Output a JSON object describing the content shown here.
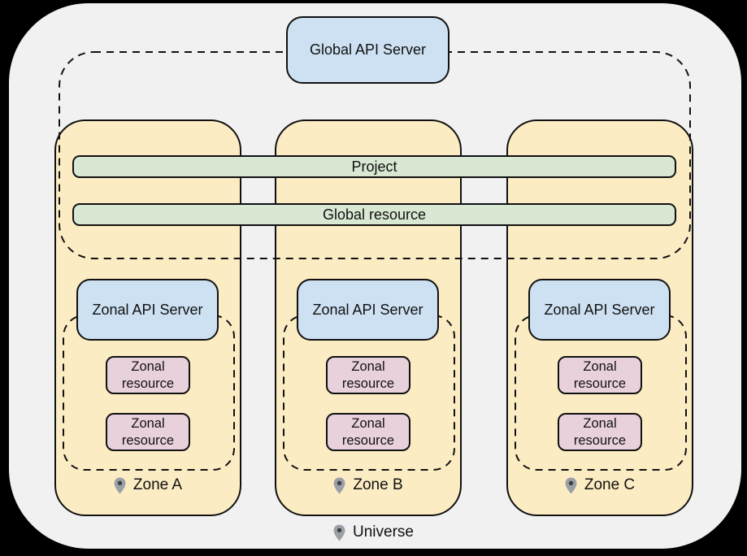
{
  "colors": {
    "canvas-bg": "#000000",
    "universe-bg": "#f1f1f2",
    "zone-bg": "#fcecc3",
    "api-server-bg": "#cde1f2",
    "global-bar-bg": "#d8e8d2",
    "zonal-resource-bg": "#e9d1dc",
    "outline": "#111111",
    "text": "#111111",
    "pin-fill": "#9aa0a6",
    "pin-dot": "#3c4043"
  },
  "global_api_server": {
    "label": "Global API Server"
  },
  "global_bars": {
    "project": "Project",
    "global_resource": "Global resource"
  },
  "zones": [
    {
      "name": "Zone A",
      "api_server_label": "Zonal API Server",
      "resources": [
        "Zonal resource",
        "Zonal resource"
      ]
    },
    {
      "name": "Zone B",
      "api_server_label": "Zonal API Server",
      "resources": [
        "Zonal resource",
        "Zonal resource"
      ]
    },
    {
      "name": "Zone C",
      "api_server_label": "Zonal API Server",
      "resources": [
        "Zonal resource",
        "Zonal resource"
      ]
    }
  ],
  "universe": {
    "label": "Universe"
  }
}
